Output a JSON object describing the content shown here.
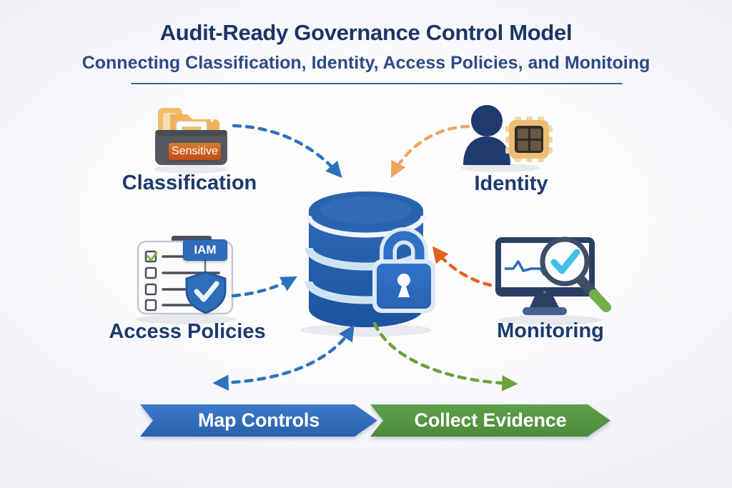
{
  "header": {
    "title": "Audit-Ready Governance Control Model",
    "subtitle": "Connecting Classification, Identity, Access Policies, and Monitoing"
  },
  "nodes": {
    "classification": {
      "label": "Classification",
      "badge": "Sensitive",
      "icon": "sensitive-folder-drawer-icon"
    },
    "identity": {
      "label": "Identity",
      "icon": "person-chip-icon"
    },
    "access_policies": {
      "label": "Access Policies",
      "badge": "IAM",
      "icon": "checklist-shield-icon"
    },
    "monitoring": {
      "label": "Monitoring",
      "icon": "monitor-magnifier-check-icon"
    }
  },
  "center": {
    "icon": "database-lock-icon"
  },
  "banners": [
    {
      "label": "Map Controls",
      "color": "#2f6cb8"
    },
    {
      "label": "Collect Evidence",
      "color": "#55923f"
    }
  ],
  "colors": {
    "title_text": "#1c3566",
    "label_text": "#1c3a6e",
    "arrow_blue": "#2e71bd",
    "arrow_orange": "#f0a464",
    "arrow_red_orange": "#e2641c",
    "arrow_green": "#69a23e",
    "database_blue": "#2a63ad",
    "lock_blue": "#2f6fc6",
    "sensitive_badge": "#c9591f",
    "iam_badge": "#2d6cb8",
    "background": "#eef0f6"
  }
}
